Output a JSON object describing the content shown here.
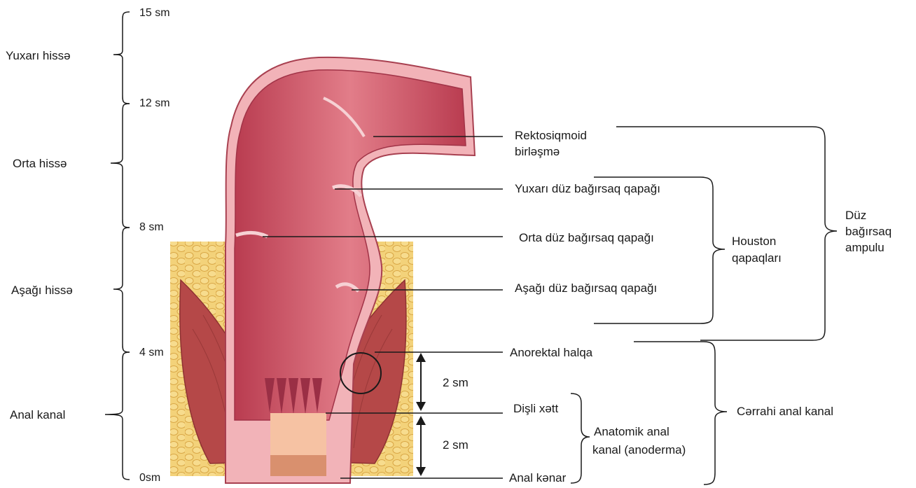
{
  "scale": {
    "15": "15 sm",
    "12": "12 sm",
    "8": "8 sm",
    "4": "4 sm",
    "0": "0sm"
  },
  "sections": {
    "upper": "Yuxarı hissə",
    "middle": "Orta hissə",
    "lower": "Aşağı hissə",
    "anal": "Anal kanal"
  },
  "labels": {
    "rectosigmoid_1": "Rektosiqmoid",
    "rectosigmoid_2": "birləşmə",
    "upper_valve": "Yuxarı düz bağırsaq qapağı",
    "middle_valve": "Orta düz bağırsaq qapağı",
    "lower_valve": "Aşağı düz bağırsaq qapağı",
    "anorectal_ring": "Anorektal halqa",
    "dentate_line": "Dişli xətt",
    "anal_verge": "Anal kənar"
  },
  "measures": {
    "upper": "2 sm",
    "lower": "2 sm"
  },
  "groups": {
    "houston_1": "Houston",
    "houston_2": "qapaqları",
    "ampulla_1": "Düz",
    "ampulla_2": "bağırsaq",
    "ampulla_3": "ampulu",
    "surgical": "Cərrahi anal kanal",
    "anatomic_1": "Anatomik anal",
    "anatomic_2": "kanal (anoderma)"
  },
  "colors": {
    "mucosa": "#c8475a",
    "mucosa_light": "#e0707e",
    "wall": "#f2b3b8",
    "fat": "#f0c862",
    "muscle": "#b54848",
    "anoderm": "#f6c2a3",
    "line": "#1a1a1a"
  }
}
